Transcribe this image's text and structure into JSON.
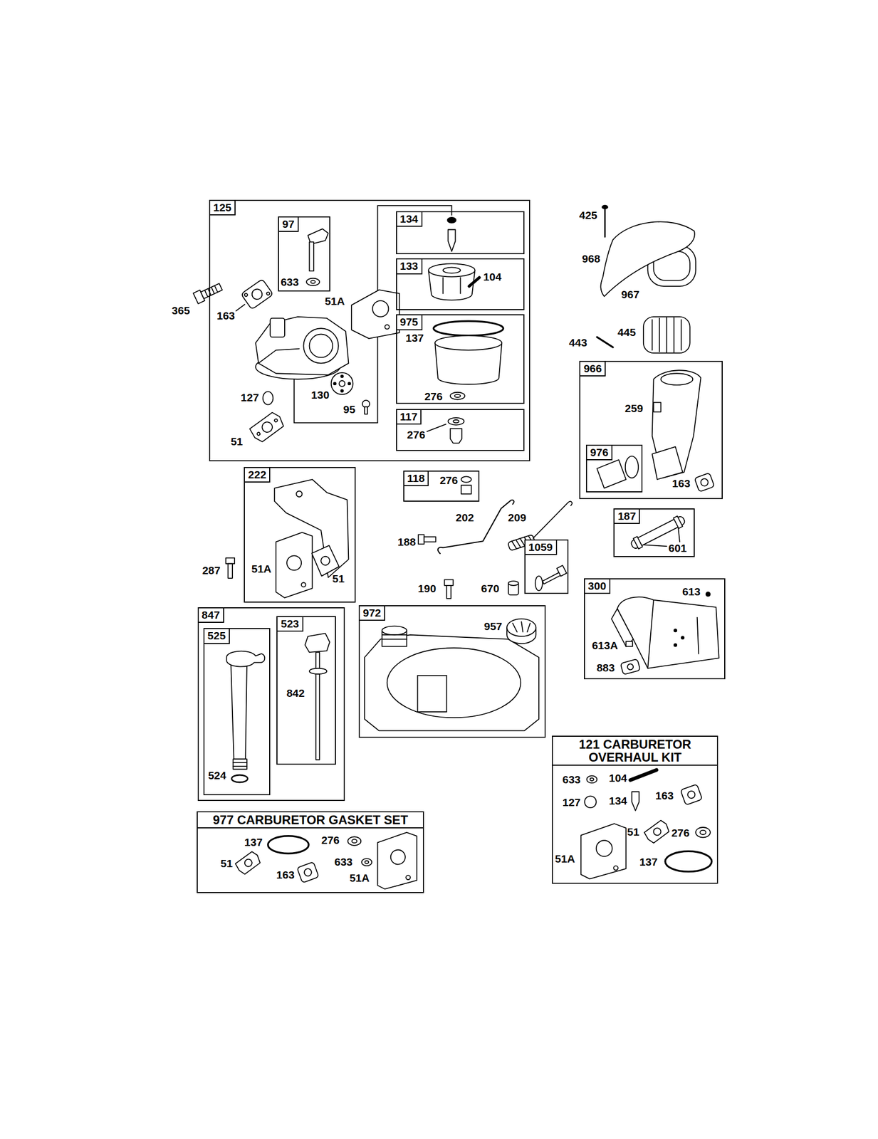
{
  "diagram": {
    "nodes": [
      {
        "text": [
          "125"
        ]
      },
      {
        "text": [
          "97"
        ],
        "in": 0
      },
      {
        "text": [
          "134"
        ],
        "in": 0
      },
      {
        "text": [
          "133"
        ],
        "in": 0
      },
      {
        "text": [
          "975"
        ],
        "in": 0
      },
      {
        "text": [
          "117"
        ],
        "in": 0
      },
      {
        "text": [
          "966"
        ]
      },
      {
        "text": [
          "976"
        ],
        "in": 6
      },
      {
        "text": [
          "222"
        ]
      },
      {
        "text": [
          "118"
        ]
      },
      {
        "text": [
          "187"
        ]
      },
      {
        "text": [
          "1059"
        ]
      },
      {
        "text": [
          "300"
        ]
      },
      {
        "text": [
          "847"
        ]
      },
      {
        "text": [
          "525"
        ],
        "in": 13
      },
      {
        "text": [
          "523"
        ],
        "in": 13
      },
      {
        "text": [
          "972"
        ]
      },
      {
        "text": [
          "121 CARBURETOR OVERHAUL KIT"
        ]
      },
      {
        "text": [
          "977 CARBURETOR GASKET SET"
        ]
      }
    ],
    "labels": [
      "365",
      "163",
      "633",
      "51A",
      "127",
      "130",
      "95",
      "51",
      "104",
      "137",
      "276",
      "276",
      "425",
      "968",
      "967",
      "443",
      "445",
      "259",
      "163",
      "276",
      "202",
      "209",
      "188",
      "601",
      "51A",
      "51",
      "287",
      "190",
      "670",
      "613",
      "613A",
      "883",
      "957",
      "842",
      "524",
      "633",
      "104",
      "163",
      "127",
      "134",
      "51",
      "276",
      "51A",
      "137",
      "137",
      "276",
      "51",
      "163",
      "633",
      "51A"
    ]
  }
}
